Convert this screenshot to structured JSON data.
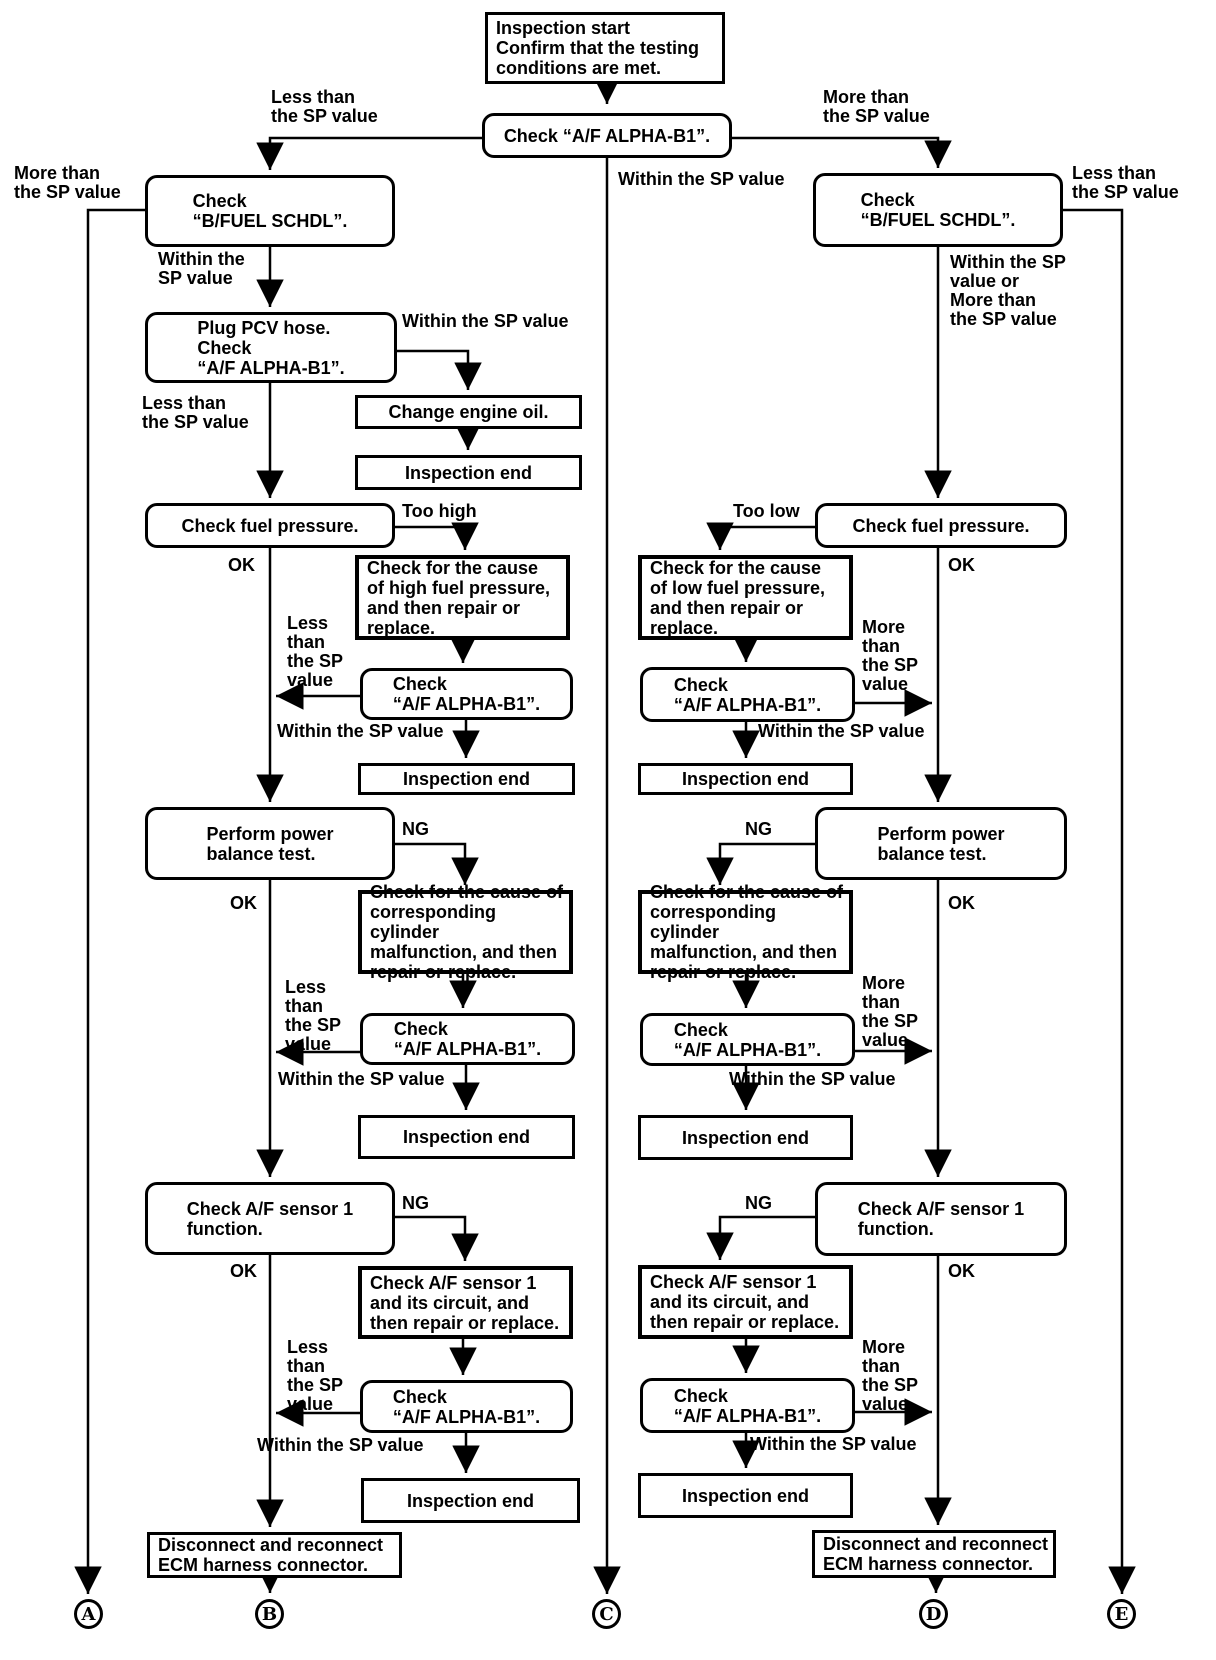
{
  "diagram": {
    "start": "Inspection start\nConfirm that the testing\nconditions are met.",
    "root": "Check “A/F ALPHA-B1”.",
    "bfuel": "Check\n“B/FUEL SCHDL”.",
    "pcv": "Plug PCV hose.\nCheck\n“A/F ALPHA-B1”.",
    "change_oil": "Change engine oil.",
    "fuel": "Check fuel pressure.",
    "cause_high": "Check for the cause\nof high fuel pressure,\nand then repair or\nreplace.",
    "cause_low": "Check for the cause\nof low fuel pressure,\nand then repair or\nreplace.",
    "check_af": "Check\n“A/F ALPHA-B1”.",
    "inspection_end": "Inspection end",
    "power": "Perform power\nbalance test.",
    "cause_cyl": "Check for the cause of\ncorresponding cylinder\nmalfunction, and then\nrepair or replace.",
    "sensor": "Check A/F sensor 1\nfunction.",
    "circuit": "Check A/F sensor 1\nand its circuit, and\nthen repair or replace.",
    "ecm": "Disconnect and reconnect\nECM harness connector.",
    "labels": {
      "less2": "Less than\nthe SP value",
      "more2": "More than\nthe SP value",
      "within": "Within the SP value",
      "within2": "Within the\nSP value",
      "within_or_more": "Within the SP\nvalue or\nMore than\nthe SP value",
      "less4": "Less\nthan\nthe SP\nvalue",
      "more4": "More\nthan\nthe SP\nvalue",
      "too_high": "Too high",
      "too_low": "Too low",
      "ok": "OK",
      "ng": "NG"
    },
    "connectors": {
      "a": "A",
      "b": "B",
      "c": "C",
      "d": "D",
      "e": "E"
    },
    "line_color": "#000000",
    "bg_color": "#ffffff"
  }
}
